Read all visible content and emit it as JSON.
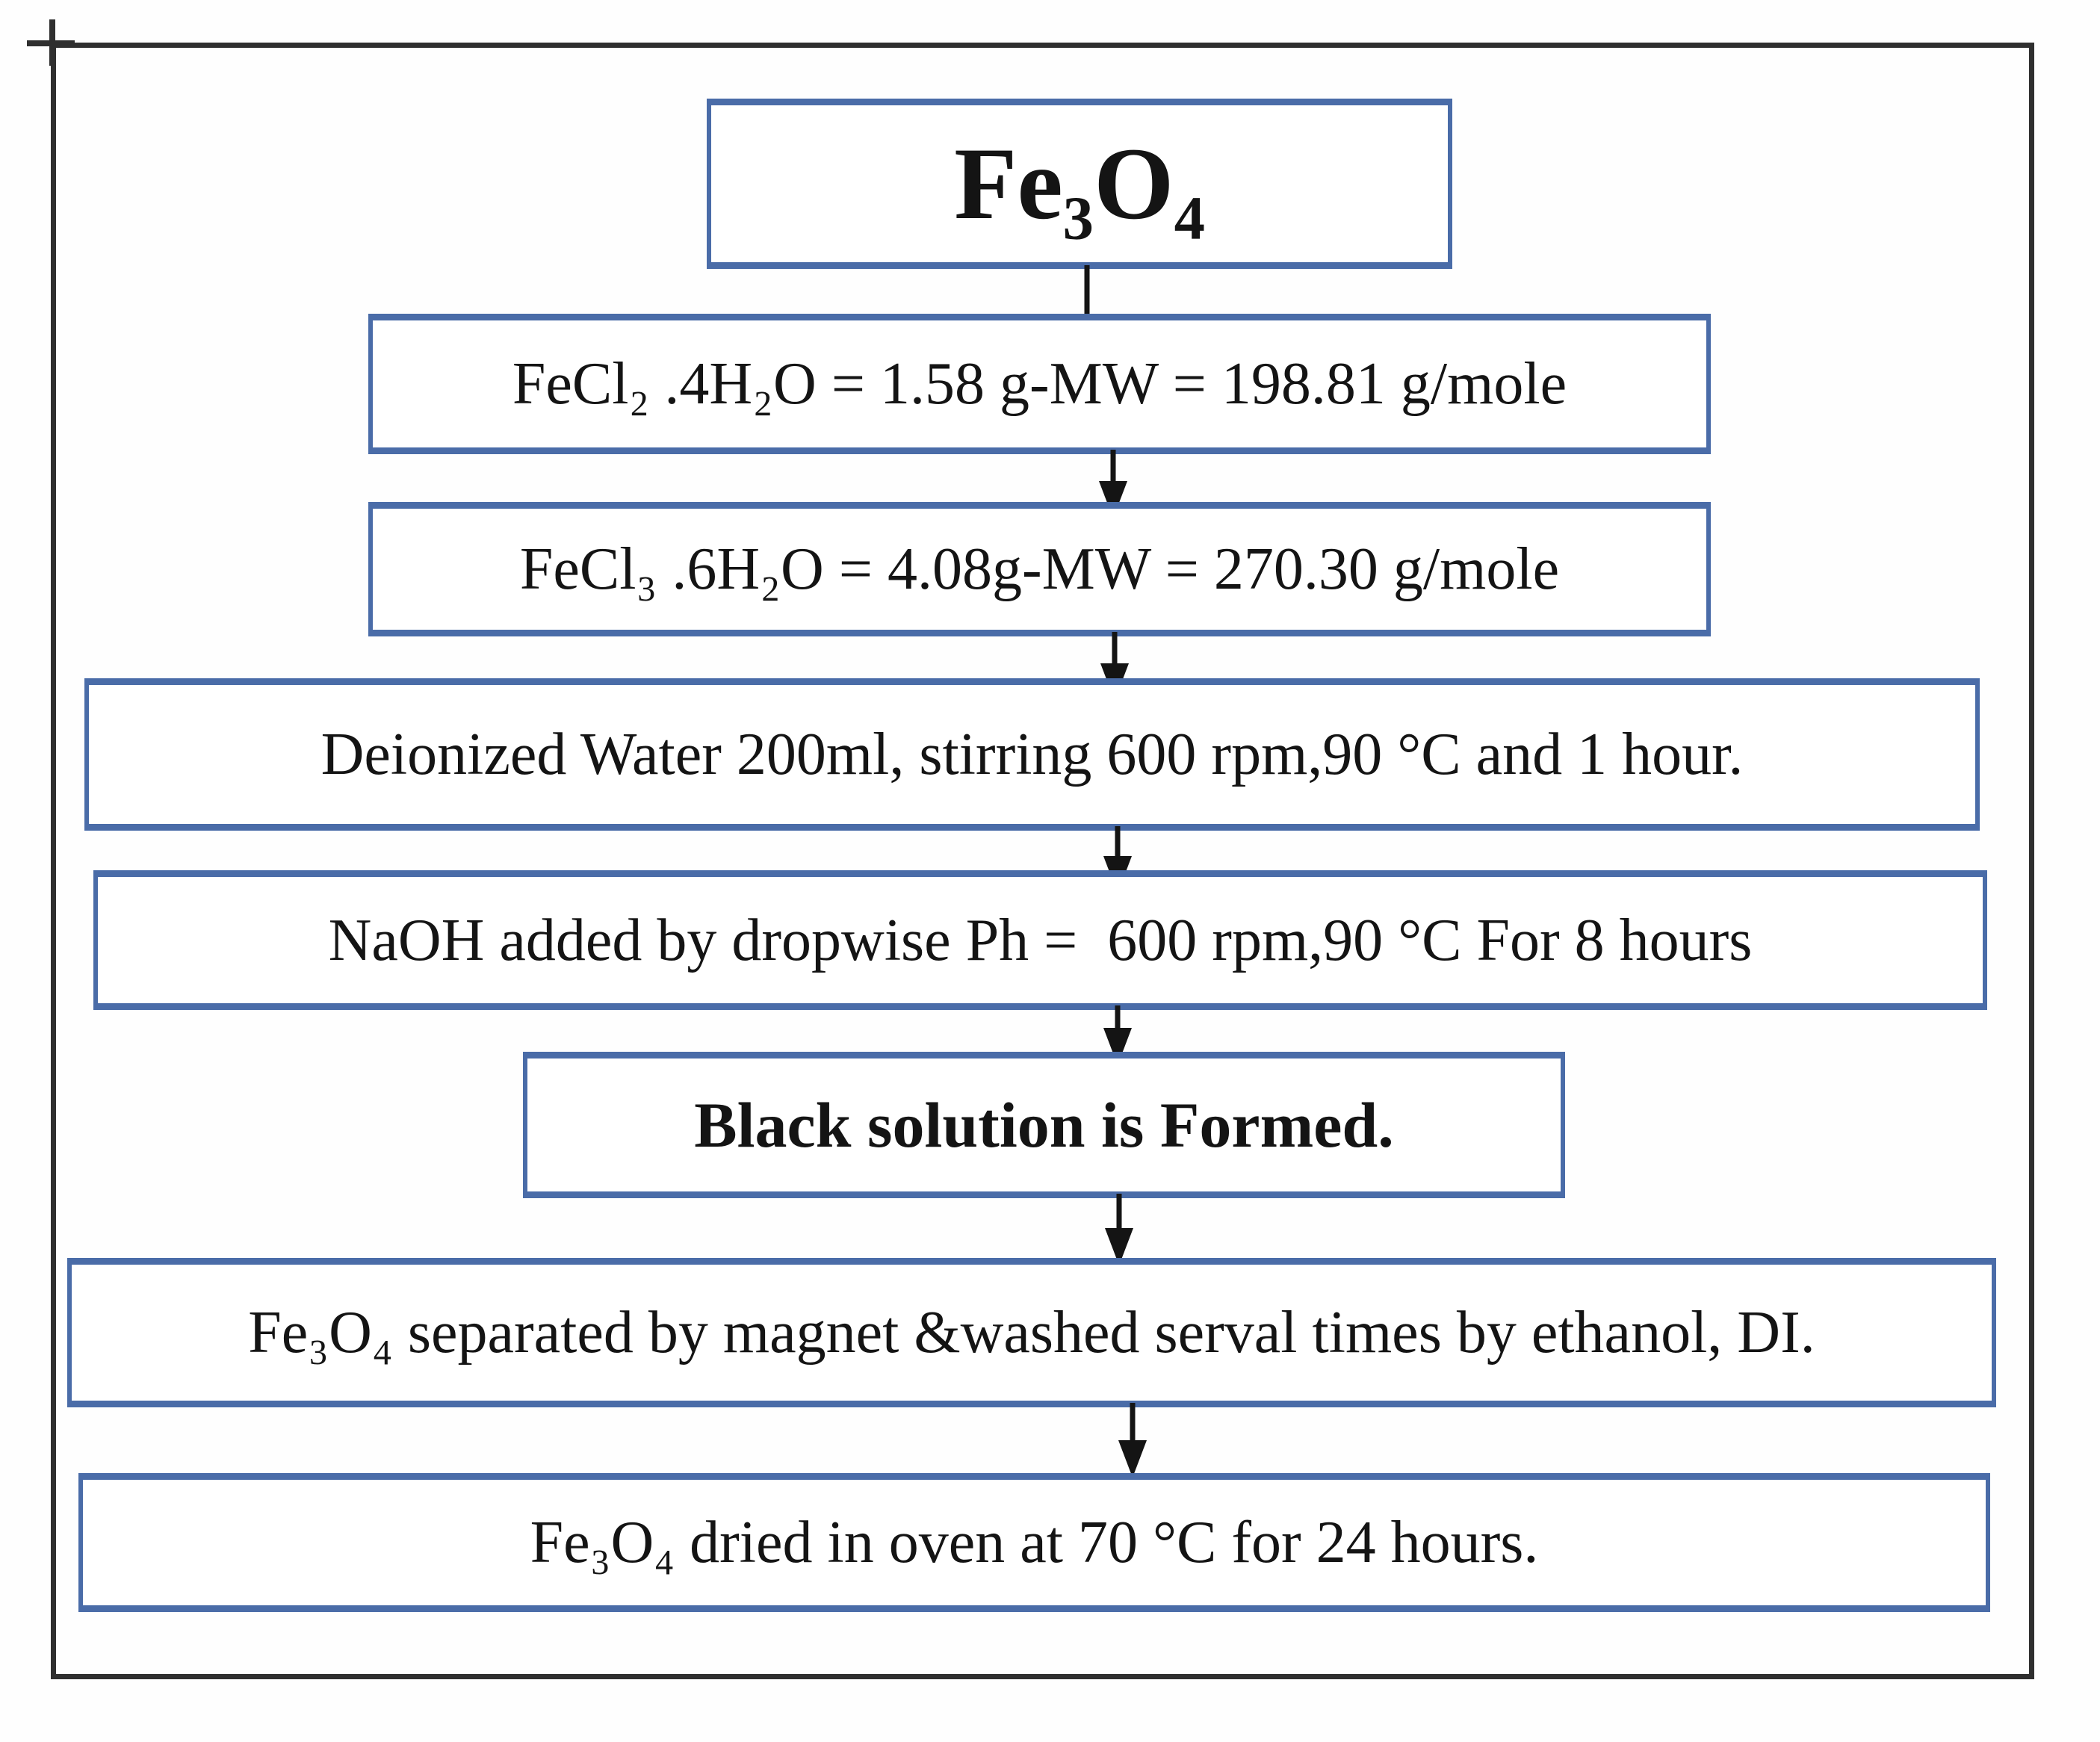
{
  "colors": {
    "box_border": "#4a6ca8",
    "frame": "#2f2f2f",
    "arrow": "#141414",
    "text": "#141414",
    "background": "#fefefe"
  },
  "flowchart": {
    "steps": [
      {
        "text": "Fe₃O₄",
        "bold": true
      },
      {
        "text": "FeCl₂ .4H₂O = 1.58 g-MW = 198.81 g/mole",
        "bold": false
      },
      {
        "text": "FeCl₃ .6H₂O = 4.08g-MW = 270.30 g/mole",
        "bold": false
      },
      {
        "text": "Deionized Water 200ml, stirring 600 rpm,90 °C and 1 hour.",
        "bold": false
      },
      {
        "text": "NaOH added by dropwise Ph =  600 rpm,90 °C For 8 hours",
        "bold": false
      },
      {
        "text": "Black solution is Formed.",
        "bold": true
      },
      {
        "text": "Fe₃O₄ separated by magnet &washed serval times by ethanol, DI.",
        "bold": false
      },
      {
        "text": "Fe₃O₄ dried in oven at 70 °C for 24 hours.",
        "bold": false
      }
    ],
    "connectors": [
      {
        "from": 0,
        "to": 1,
        "arrowhead": false
      },
      {
        "from": 1,
        "to": 2,
        "arrowhead": true
      },
      {
        "from": 2,
        "to": 3,
        "arrowhead": true
      },
      {
        "from": 3,
        "to": 4,
        "arrowhead": true
      },
      {
        "from": 4,
        "to": 5,
        "arrowhead": true
      },
      {
        "from": 5,
        "to": 6,
        "arrowhead": true
      },
      {
        "from": 6,
        "to": 7,
        "arrowhead": true
      }
    ]
  }
}
